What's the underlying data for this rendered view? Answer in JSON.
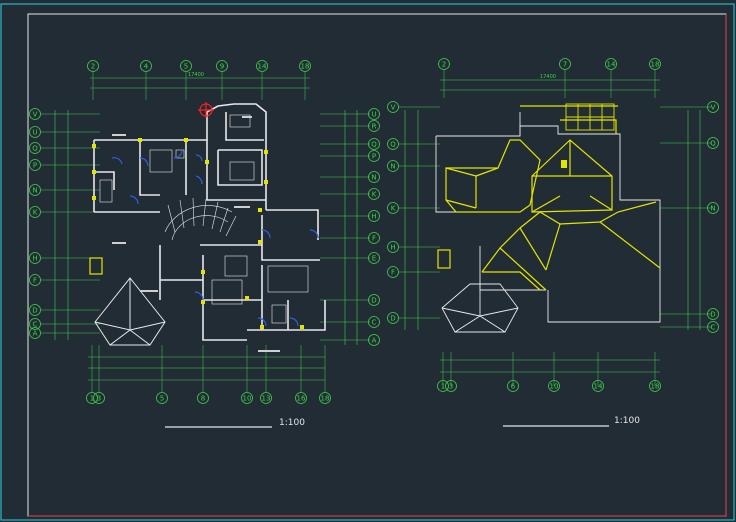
{
  "drawing": {
    "colors": {
      "background": "#222c35",
      "frame_outer": "#2fd1e0",
      "frame_inner": "#e6e6e6",
      "frame_corner": "#e04a4a",
      "axis": "#3fd04a",
      "wall": "#e8e8e8",
      "roof": "#e4e400",
      "door": "#2f5fe0",
      "highlight": "#ff2020"
    },
    "floor_plan": {
      "scale_text": "1:100",
      "top_axes": [
        "2",
        "4",
        "5",
        "9",
        "14",
        "18"
      ],
      "bottom_axes": [
        "1",
        "3",
        "5",
        "8",
        "10",
        "13",
        "16",
        "18"
      ],
      "left_axes": [
        "V",
        "U",
        "Q",
        "P",
        "N",
        "K",
        "H",
        "F",
        "D",
        "C",
        "A"
      ],
      "right_axes": [
        "U",
        "R",
        "Q",
        "P",
        "N",
        "K",
        "H",
        "F",
        "E",
        "D",
        "C",
        "A"
      ],
      "overall_dim": "17400"
    },
    "roof_plan": {
      "scale_text": "1:100",
      "top_axes": [
        "2",
        "7",
        "14",
        "18"
      ],
      "bottom_axes": [
        "1",
        "3",
        "6",
        "10",
        "14",
        "18"
      ],
      "left_axes": [
        "V",
        "Q",
        "N",
        "K",
        "H",
        "F",
        "D"
      ],
      "right_axes": [
        "V",
        "Q",
        "N",
        "D",
        "C"
      ],
      "overall_dim": "17400"
    }
  }
}
